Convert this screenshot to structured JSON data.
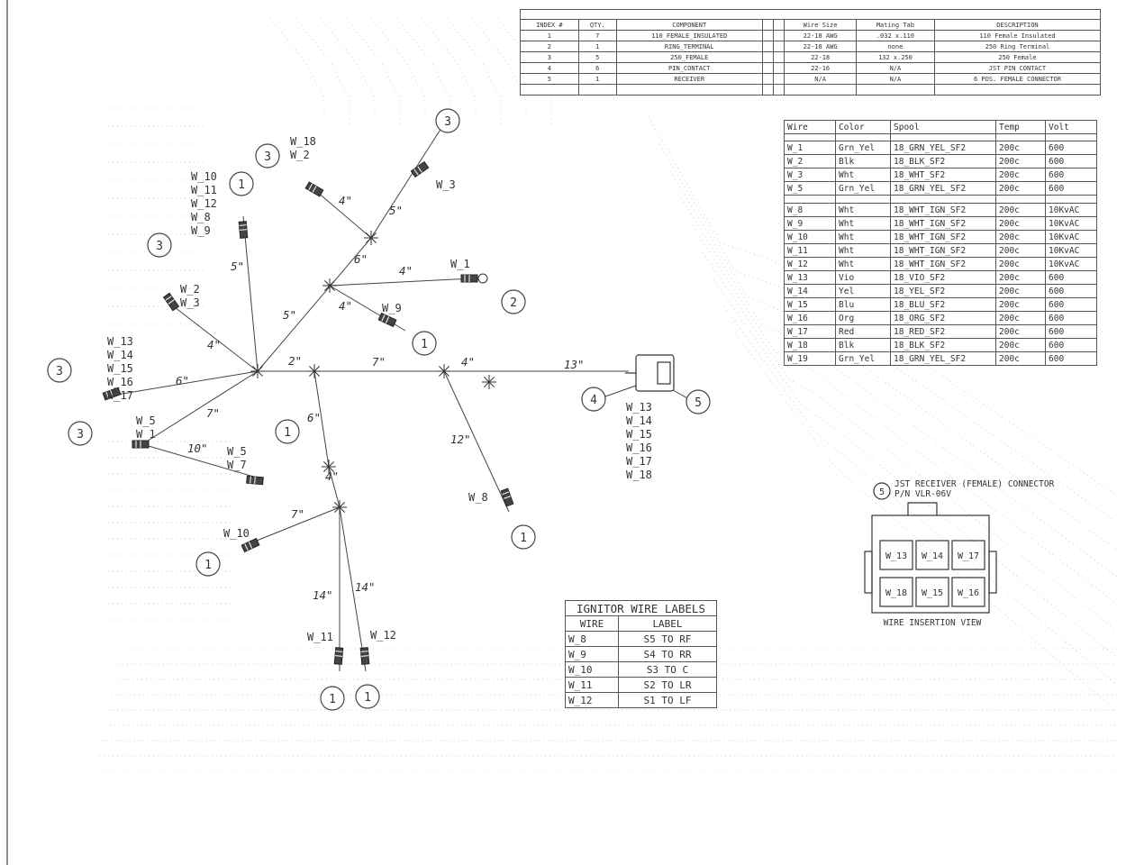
{
  "bom": {
    "headers": [
      "INDEX #",
      "QTY.",
      "COMPONENT",
      "",
      "",
      "Wire Size",
      "Mating Tab",
      "DESCRIPTION"
    ],
    "rows": [
      [
        "1",
        "7",
        "110_FEMALE_INSULATED",
        "",
        "",
        "22-18 AWG",
        ".032 x.110",
        "110 Female Insulated"
      ],
      [
        "2",
        "1",
        "RING_TERMINAL",
        "",
        "",
        "22-18 AWG",
        "none",
        "250 Ring Terminal"
      ],
      [
        "3",
        "5",
        "250_FEMALE",
        "",
        "",
        "22-18",
        "132 x.250",
        "250 Female"
      ],
      [
        "4",
        "6",
        "PIN_CONTACT",
        "",
        "",
        "22-16",
        "N/A",
        "JST PIN CONTACT"
      ],
      [
        "5",
        "1",
        "RECEIVER",
        "",
        "",
        "N/A",
        "N/A",
        "6 POS. FEMALE CONNECTOR"
      ]
    ]
  },
  "wire_table": {
    "headers": [
      "Wire",
      "Color",
      "Spool",
      "Temp",
      "Volt"
    ],
    "rows": [
      [
        "W_1",
        "Grn_Yel",
        "18_GRN_YEL_SF2",
        "200c",
        "600"
      ],
      [
        "W_2",
        "Blk",
        "18_BLK_SF2",
        "200c",
        "600"
      ],
      [
        "W_3",
        "Wht",
        "18_WHT_SF2",
        "200c",
        "600"
      ],
      [
        "W_5",
        "Grn_Yel",
        "18_GRN_YEL_SF2",
        "200c",
        "600"
      ],
      [
        "W_8",
        "Wht",
        "18_WHT_IGN_SF2",
        "200c",
        "10KvAC"
      ],
      [
        "W_9",
        "Wht",
        "18_WHT_IGN_SF2",
        "200c",
        "10KvAC"
      ],
      [
        "W_10",
        "Wht",
        "18_WHT_IGN_SF2",
        "200c",
        "10KvAC"
      ],
      [
        "W_11",
        "Wht",
        "18_WHT_IGN_SF2",
        "200c",
        "10KvAC"
      ],
      [
        "W_12",
        "Wht",
        "18_WHT_IGN_SF2",
        "200c",
        "10KvAC"
      ],
      [
        "W_13",
        "Vio",
        "18_VIO_SF2",
        "200c",
        "600"
      ],
      [
        "W_14",
        "Yel",
        "18_YEL_SF2",
        "200c",
        "600"
      ],
      [
        "W_15",
        "Blu",
        "18_BLU_SF2",
        "200c",
        "600"
      ],
      [
        "W_16",
        "Org",
        "18_ORG_SF2",
        "200c",
        "600"
      ],
      [
        "W_17",
        "Red",
        "18_RED_SF2",
        "200c",
        "600"
      ],
      [
        "W_18",
        "Blk",
        "18_BLK_SF2",
        "200c",
        "600"
      ],
      [
        "W_19",
        "Grn_Yel",
        "18_GRN_YEL_SF2",
        "200c",
        "600"
      ]
    ]
  },
  "ignitor_table": {
    "title": "IGNITOR WIRE LABELS",
    "headers": [
      "WIRE",
      "LABEL"
    ],
    "rows": [
      [
        "W_8",
        "S5 TO RF"
      ],
      [
        "W_9",
        "S4 TO RR"
      ],
      [
        "W_10",
        "S3 TO C"
      ],
      [
        "W_11",
        "S2 TO LR"
      ],
      [
        "W_12",
        "S1 TO LF"
      ]
    ]
  },
  "connector": {
    "callout": "5",
    "title": "JST RECEIVER (FEMALE) CONNECTOR",
    "part_number": "P/N VLR-06V",
    "top_row": [
      "W_13",
      "W_14",
      "W_17"
    ],
    "bottom_row": [
      "W_18",
      "W_15",
      "W_16"
    ],
    "caption": "WIRE INSERTION VIEW"
  },
  "callouts": [
    "3",
    "3",
    "1",
    "3",
    "2",
    "1",
    "3",
    "3",
    "1",
    "1",
    "1",
    "1",
    "1",
    "4",
    "5"
  ],
  "length_labels": [
    "5\"",
    "4\"",
    "5\"",
    "6\"",
    "4\"",
    "5\"",
    "4\"",
    "4\"",
    "2\"",
    "7\"",
    "4\"",
    "13\"",
    "6\"",
    "7\"",
    "6\"",
    "10\"",
    "4\"",
    "7\"",
    "12\"",
    "14\"",
    "14\""
  ],
  "wire_groups": [
    [
      "W_18",
      "W_2"
    ],
    [
      "W_10",
      "W_11",
      "W_12",
      "W_8",
      "W_9"
    ],
    [
      "W_3"
    ],
    [
      "W_1"
    ],
    [
      "W_2",
      "W_3"
    ],
    [
      "W_9"
    ],
    [
      "W_13",
      "W_14",
      "W_15",
      "W_16",
      "W_17"
    ],
    [
      "W_5",
      "W_1"
    ],
    [
      "W_5",
      "W_7"
    ],
    [
      "W_13",
      "W_14",
      "W_15",
      "W_16",
      "W_17",
      "W_18"
    ],
    [
      "W_8"
    ],
    [
      "W_10"
    ],
    [
      "W_11"
    ],
    [
      "W_12"
    ]
  ]
}
